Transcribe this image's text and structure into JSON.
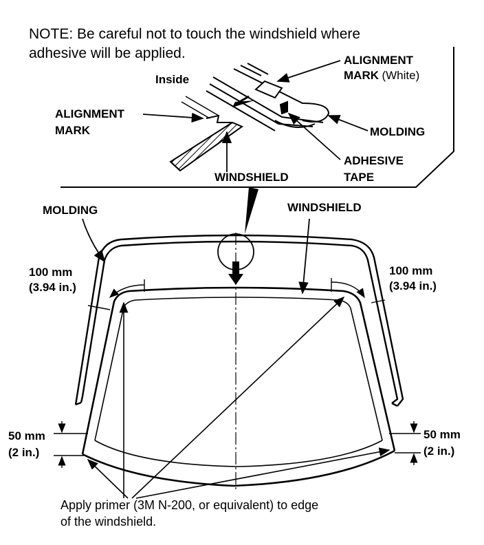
{
  "note": {
    "line1": "NOTE:  Be careful not to touch the windshield where",
    "line2": "adhesive will be applied."
  },
  "detail": {
    "inside": "Inside",
    "alignment_mark_white_1": "ALIGNMENT",
    "alignment_mark_white_2": "MARK",
    "alignment_mark_white_3": "(White)",
    "alignment_mark_1": "ALIGNMENT",
    "alignment_mark_2": "MARK",
    "molding": "MOLDING",
    "adhesive_1": "ADHESIVE",
    "adhesive_2": "TAPE",
    "windshield": "WINDSHIELD"
  },
  "main": {
    "molding": "MOLDING",
    "windshield": "WINDSHIELD",
    "dim_left_top_1": "100 mm",
    "dim_left_top_2": "(3.94 in.)",
    "dim_right_top_1": "100 mm",
    "dim_right_top_2": "(3.94 in.)",
    "dim_left_bottom_1": "50 mm",
    "dim_left_bottom_2": "(2 in.)",
    "dim_right_bottom_1": "50 mm",
    "dim_right_bottom_2": "(2 in.)",
    "caption_1": "Apply primer (3M N-200, or equivalent) to edge",
    "caption_2": "of the windshield."
  }
}
